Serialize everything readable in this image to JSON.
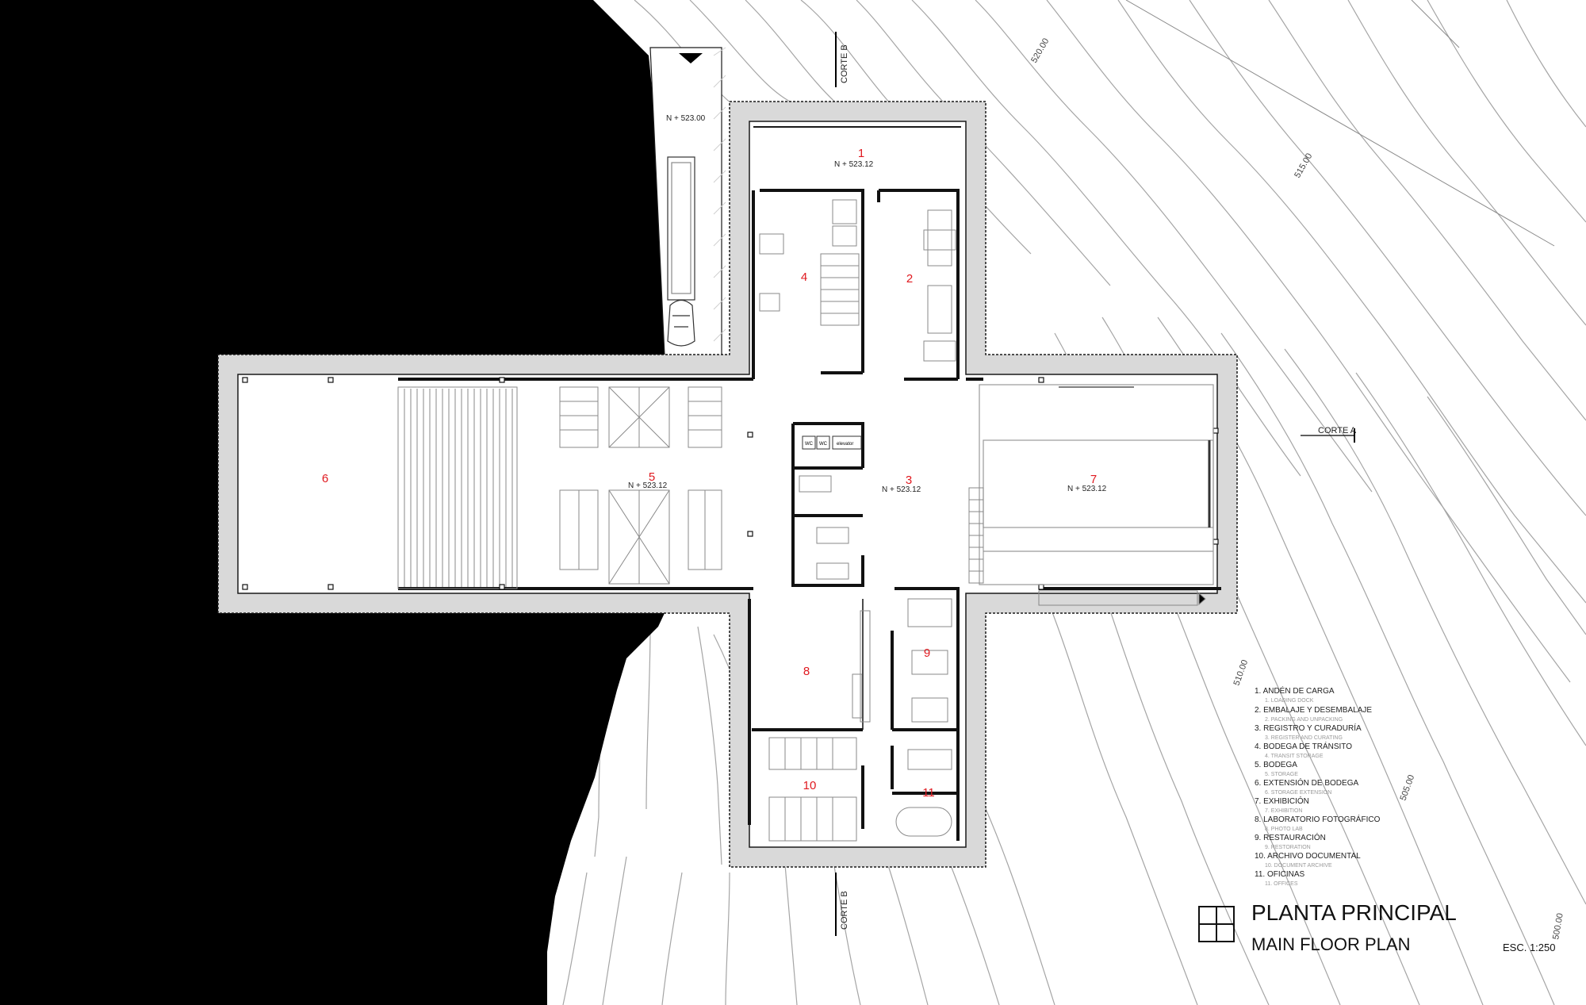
{
  "colors": {
    "terrain_black": "#000000",
    "room_number_red": "#e0191f",
    "wall_gray": "#d9d9d9",
    "line_dark": "#1a1a1a",
    "contour_gray": "#9a9a9a"
  },
  "rooms": {
    "r1": "1",
    "r2": "2",
    "r3": "3",
    "r4": "4",
    "r5": "5",
    "r6": "6",
    "r7": "7",
    "r8": "8",
    "r9": "9",
    "r10": "10",
    "r11": "11"
  },
  "levels": {
    "exterior": "N + 523.00",
    "r1": "N + 523.12",
    "r3": "N + 523.12",
    "r5": "N + 523.12",
    "r7": "N + 523.12"
  },
  "contours": [
    "520.00",
    "515.00",
    "510.00",
    "505.00",
    "500.00"
  ],
  "sections": {
    "b_top": "CORTE B",
    "b_bottom": "CORTE B",
    "a": "CORTE A"
  },
  "small_labels": {
    "wc1": "WC",
    "wc2": "WC",
    "elevator": "elevator"
  },
  "legend": [
    {
      "es": "1. ANDÉN DE CARGA",
      "en": "1. LOADING DOCK"
    },
    {
      "es": "2. EMBALAJE Y DESEMBALAJE",
      "en": "2. PACKING AND UNPACKING"
    },
    {
      "es": "3. REGISTRO Y CURADURÍA",
      "en": "3. REGISTER AND CURATING"
    },
    {
      "es": "4. BODEGA DE TRÁNSITO",
      "en": "4. TRANSIT STORAGE"
    },
    {
      "es": "5. BODEGA",
      "en": "5. STORAGE"
    },
    {
      "es": "6. EXTENSIÓN DE BODEGA",
      "en": "6. STORAGE EXTENSION"
    },
    {
      "es": "7. EXHIBICIÓN",
      "en": "7. EXHIBITION"
    },
    {
      "es": "8. LABORATORIO FOTOGRÁFICO",
      "en": "8. PHOTO LAB"
    },
    {
      "es": "9. RESTAURACIÓN",
      "en": "9. RESTORATION"
    },
    {
      "es": "10. ARCHIVO DOCUMENTAL",
      "en": "10. DOCUMENT ARCHIVE"
    },
    {
      "es": "11. OFICINAS",
      "en": "11. OFFICES"
    }
  ],
  "title": {
    "es": "PLANTA PRINCIPAL",
    "en": "MAIN FLOOR PLAN",
    "scale": "ESC. 1:250"
  }
}
